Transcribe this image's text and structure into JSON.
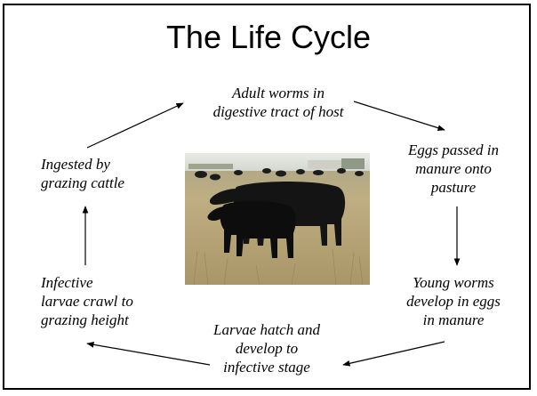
{
  "title": "The Life Cycle",
  "stages": [
    {
      "id": "adult-worms",
      "text": "Adult worms in\ndigestive tract of host"
    },
    {
      "id": "eggs-passed",
      "text": "Eggs passed in\nmanure onto\npasture"
    },
    {
      "id": "young-worms",
      "text": "Young worms\ndevelop in eggs\nin manure"
    },
    {
      "id": "larvae-hatch",
      "text": "Larvae hatch and\ndevelop to\ninfective stage"
    },
    {
      "id": "larvae-crawl",
      "text": "Infective\nlarvae crawl to\ngrazing height"
    },
    {
      "id": "ingested",
      "text": "Ingested by\ngrazing cattle"
    }
  ],
  "photo": {
    "subject": "black-angus-cow-and-calf-on-pasture"
  },
  "colors": {
    "text": "#000000",
    "frame": "#000000",
    "arrow": "#000000",
    "sky": "#dfe3df",
    "grass": "#b9a97e",
    "cattle": "#141414"
  }
}
